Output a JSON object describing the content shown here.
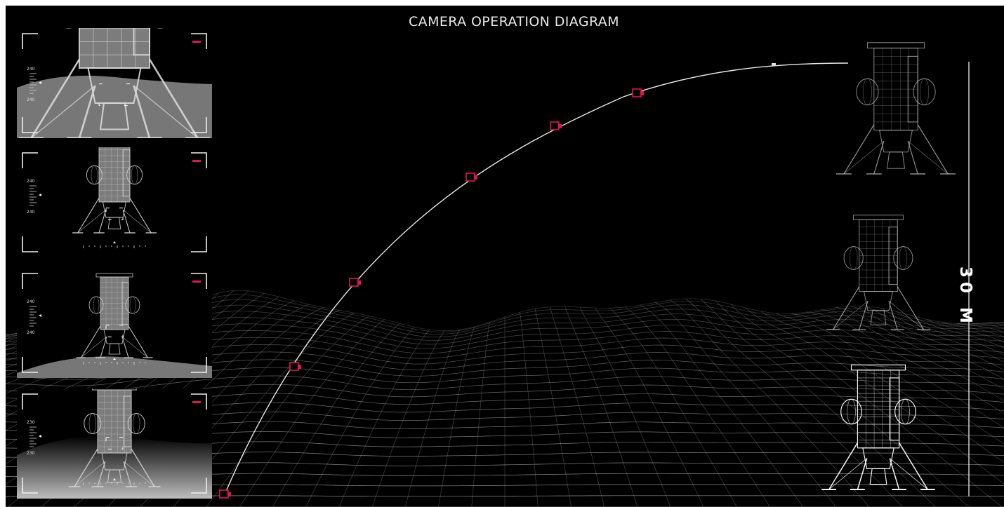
{
  "title": "CAMERA OPERATION DIAGRAM",
  "height_label": "30 M",
  "accent_color": "#e0174f",
  "terrain_color": "#cfcfcf",
  "camera_views": [
    {
      "name": "view-1",
      "scale_top": "240",
      "scale_bottom": "240"
    },
    {
      "name": "view-2",
      "scale_top": "240",
      "scale_bottom": "240"
    },
    {
      "name": "view-3",
      "scale_top": "240",
      "scale_bottom": "240"
    },
    {
      "name": "view-4",
      "scale_top": "230",
      "scale_bottom": "230"
    }
  ]
}
